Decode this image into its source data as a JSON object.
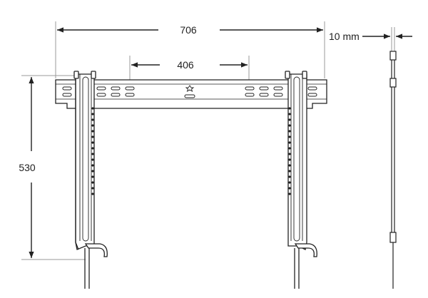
{
  "dimensions": {
    "overall_width": "706",
    "hole_spacing": "406",
    "height": "530",
    "depth": "10 mm"
  },
  "colors": {
    "line": "#222222",
    "extension": "#9a9a9a",
    "background": "#ffffff"
  }
}
